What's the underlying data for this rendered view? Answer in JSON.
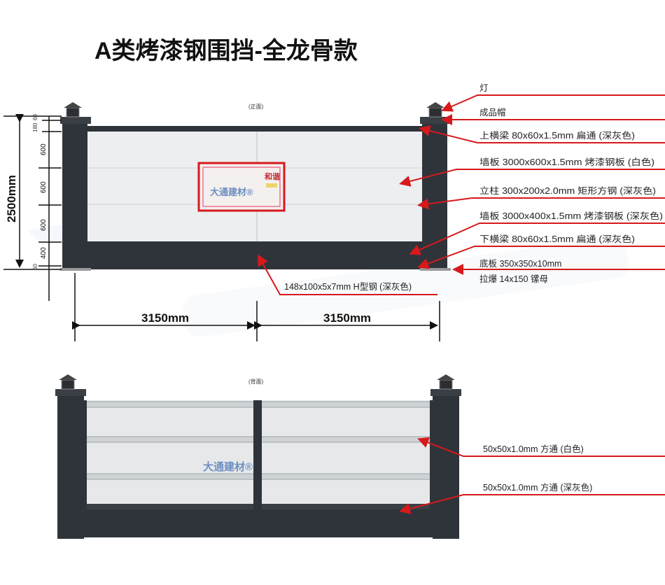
{
  "title": "A类烤漆钢围挡-全龙骨款",
  "watermark": "大通建材",
  "front_view": {
    "caption": "(正面)",
    "height_total": "2500mm",
    "height_segments": [
      "60",
      "180",
      "600",
      "600",
      "600",
      "400",
      "60"
    ],
    "widths": [
      "3150mm",
      "3150mm"
    ],
    "sign_logo": "大通建材®",
    "sign_text": "和谐",
    "callouts": [
      "灯",
      "成品帽",
      "上横梁 80x60x1.5mm 扁通 (深灰色)",
      "墙板 3000x600x1.5mm 烤漆钢板 (白色)",
      "立柱 300x200x2.0mm 矩形方钢 (深灰色)",
      "墙板 3000x400x1.5mm 烤漆钢板 (深灰色)",
      "下横梁 80x60x1.5mm 扁通 (深灰色)",
      "底板 350x350x10mm",
      "拉爆 14x150 镙母"
    ],
    "h_beam_callout": "148x100x5x7mm H型钢 (深灰色)"
  },
  "back_view": {
    "caption": "(背面)",
    "logo": "大通建材®",
    "callouts": [
      "50x50x1.0mm 方通 (白色)",
      "50x50x1.0mm 方通 (深灰色)"
    ]
  },
  "colors": {
    "accent": "#d7191c",
    "steel": "#2f343b",
    "panel": "#eceef0"
  }
}
